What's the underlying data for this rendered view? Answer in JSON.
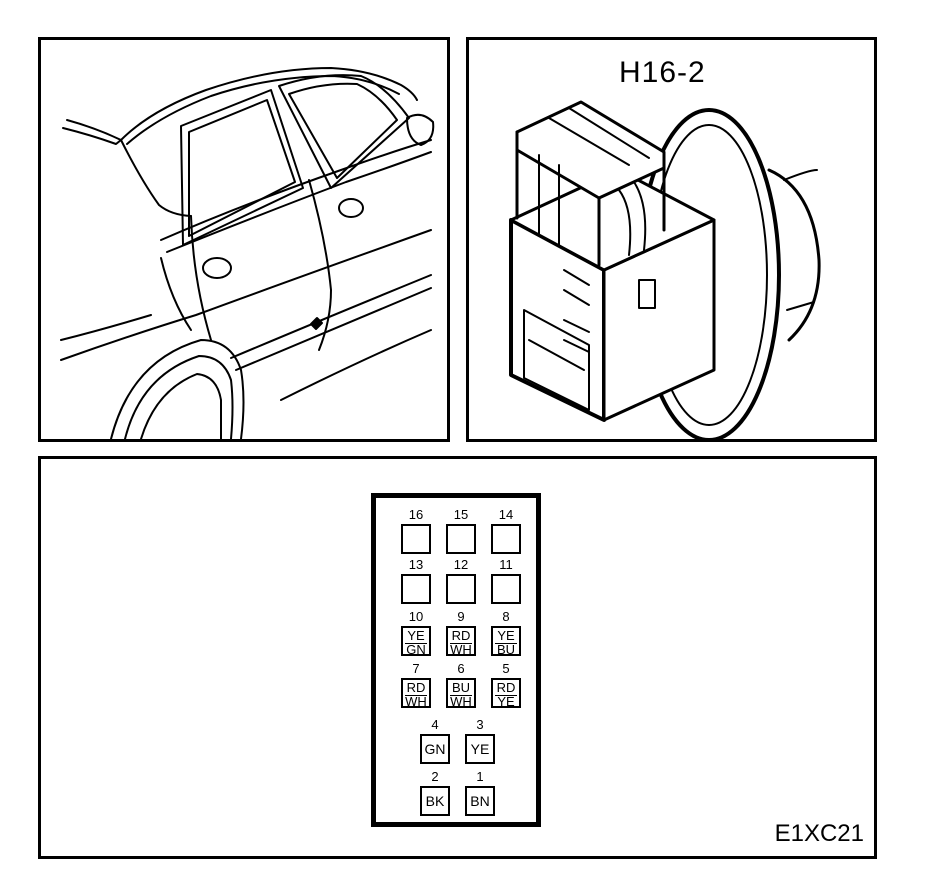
{
  "connector": {
    "title": "H16-2"
  },
  "figure": {
    "code": "E1XC21"
  },
  "pins": [
    {
      "num": "16",
      "wire": []
    },
    {
      "num": "15",
      "wire": []
    },
    {
      "num": "14",
      "wire": []
    },
    {
      "num": "13",
      "wire": []
    },
    {
      "num": "12",
      "wire": []
    },
    {
      "num": "11",
      "wire": []
    },
    {
      "num": "10",
      "wire": [
        "YE",
        "GN"
      ]
    },
    {
      "num": "9",
      "wire": [
        "RD",
        "WH"
      ]
    },
    {
      "num": "8",
      "wire": [
        "YE",
        "BU"
      ]
    },
    {
      "num": "7",
      "wire": [
        "RD",
        "WH"
      ]
    },
    {
      "num": "6",
      "wire": [
        "BU",
        "WH"
      ]
    },
    {
      "num": "5",
      "wire": [
        "RD",
        "YE"
      ]
    },
    {
      "num": "4",
      "wire": [
        "GN"
      ]
    },
    {
      "num": "3",
      "wire": [
        "YE"
      ]
    },
    {
      "num": "2",
      "wire": [
        "BK"
      ]
    },
    {
      "num": "1",
      "wire": [
        "BN"
      ]
    }
  ]
}
